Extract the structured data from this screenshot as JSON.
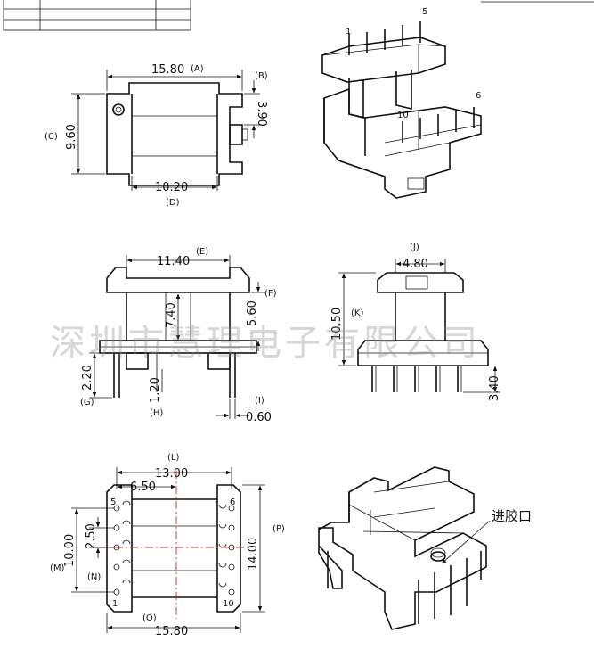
{
  "title_block": {
    "row1_text": ""
  },
  "watermark": "深圳市慧理电子有限公司",
  "top_view": {
    "width_value": "15.80",
    "width_label": "(A)",
    "flange_value": "3.90",
    "flange_label": "(B)",
    "height_value": "9.60",
    "height_label": "(C)",
    "inner_value": "10.20",
    "inner_label": "(D)"
  },
  "front_view": {
    "width_value": "11.40",
    "width_label": "(E)",
    "flange_value": "5.60",
    "flange_label": "(F)",
    "core_value": "7.40",
    "leg_value": "2.20",
    "leg_label": "(G)",
    "step_value": "1.20",
    "step_label": "(H)",
    "pin_value": "0.60",
    "pin_label": "(I)"
  },
  "side_view": {
    "width_value": "4.80",
    "width_label": "(J)",
    "height_value": "10.50",
    "height_label": "(K)",
    "pin_value": "3.40"
  },
  "bottom_view": {
    "span_value": "13.00",
    "span_label": "(L)",
    "half_value": "6.50",
    "row_value": "10.00",
    "row_label": "(M)",
    "pitch_value": "2.50",
    "pitch_label": "(N)",
    "width_value": "15.80",
    "width_label": "(O)",
    "depth_value": "14.00",
    "depth_label": "(P)",
    "pin_labels": [
      "1",
      "5",
      "6",
      "10"
    ]
  },
  "iso_exploded": {
    "pin_labels": [
      "1",
      "5",
      "6",
      "10"
    ]
  },
  "iso_assembled": {
    "gate_label": "进胶口"
  }
}
